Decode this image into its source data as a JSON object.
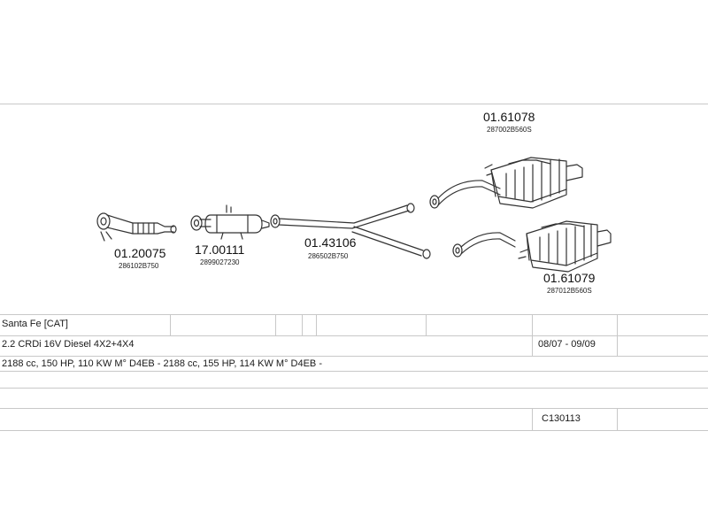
{
  "parts": [
    {
      "code": "01.20075",
      "oem": "286102B750"
    },
    {
      "code": "17.00111",
      "oem": "2899027230"
    },
    {
      "code": "01.43106",
      "oem": "286502B750"
    },
    {
      "code": "01.61078",
      "oem": "287002B560S"
    },
    {
      "code": "01.61079",
      "oem": "287012B560S"
    }
  ],
  "table": {
    "model": "Santa Fe  [CAT]",
    "engine": "2.2 CRDi 16V Diesel 4X2+4X4",
    "years": "08/07 - 09/09",
    "specs": "2188 cc, 150 HP, 110 KW M° D4EB - 2188 cc, 155 HP, 114 KW M° D4EB -",
    "ref": "C130113"
  }
}
